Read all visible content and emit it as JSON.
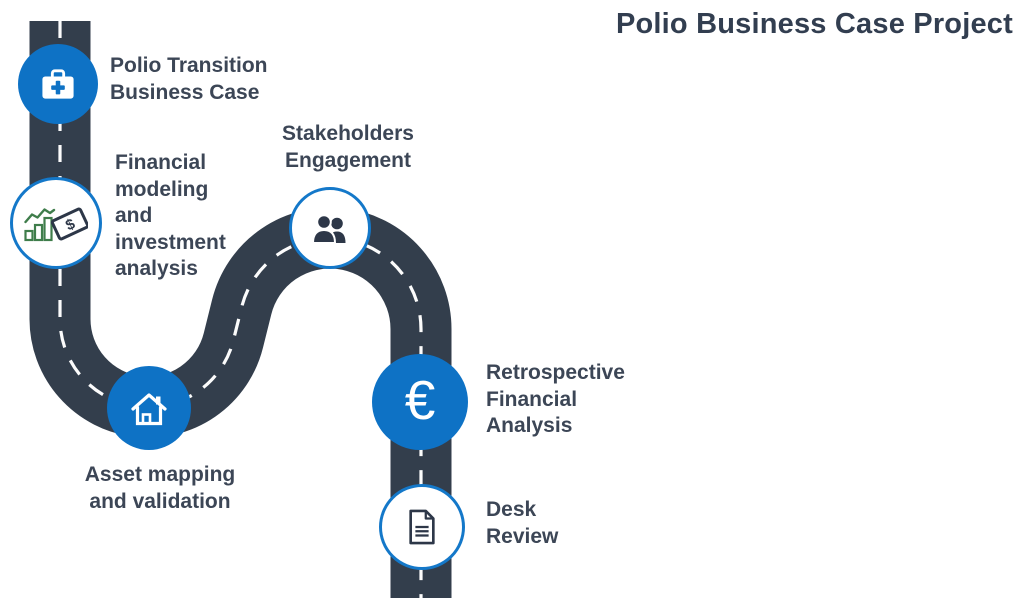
{
  "title": "Polio Business Case Project",
  "colors": {
    "accent_blue": "#0e72c5",
    "circle_border_blue": "#1478c9",
    "road_dark": "#333e4c",
    "road_line_white": "#fcfcfc",
    "text_navy": "#3c4656",
    "title_navy": "#323e50",
    "icon_navy": "#2d3748",
    "chart_green": "#3f7d4b",
    "background": "#ffffff"
  },
  "milestones": [
    {
      "id": "polio-transition-business-case",
      "label": "Polio Transition\nBusiness Case",
      "icon": "first-aid-kit-icon",
      "circle_style": "blue"
    },
    {
      "id": "financial-modeling-investment-analysis",
      "label": "Financial\nmodeling\nand\ninvestment\nanalysis",
      "icon": "chart-and-banknote-icon",
      "circle_style": "white"
    },
    {
      "id": "stakeholders-engagement",
      "label": "Stakeholders\nEngagement",
      "icon": "people-icon",
      "circle_style": "white"
    },
    {
      "id": "asset-mapping-validation",
      "label": "Asset mapping\nand validation",
      "icon": "house-icon",
      "circle_style": "blue"
    },
    {
      "id": "retrospective-financial-analysis",
      "label": "Retrospective\nFinancial\nAnalysis",
      "icon": "euro-icon",
      "circle_style": "blue",
      "symbol": "€"
    },
    {
      "id": "desk-review",
      "label": "Desk\nReview",
      "icon": "document-icon",
      "circle_style": "white"
    }
  ]
}
